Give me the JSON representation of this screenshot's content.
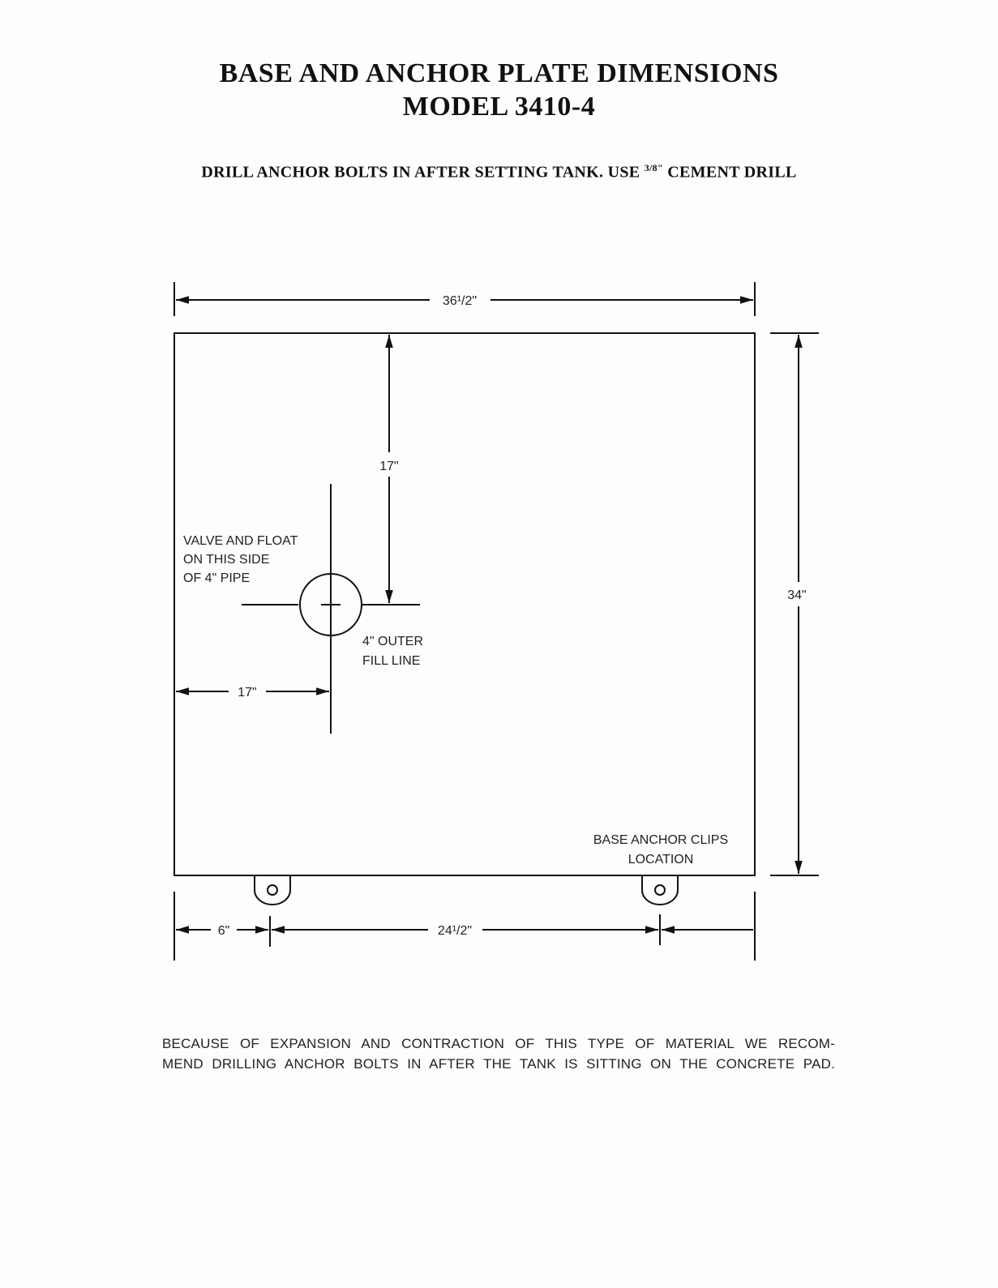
{
  "header": {
    "title_line1": "BASE AND ANCHOR PLATE DIMENSIONS",
    "title_line2": "MODEL 3410-4",
    "instruction_pre": "DRILL ANCHOR BOLTS IN AFTER SETTING TANK. USE ",
    "instruction_fraction": "3/8\"",
    "instruction_post": " CEMENT DRILL"
  },
  "diagram": {
    "dim_width": "36¹/2\"",
    "dim_height": "34\"",
    "dim_pipe_from_top": "17\"",
    "dim_pipe_from_left": "17\"",
    "dim_clip_offset": "6\"",
    "dim_clip_spacing": "24¹/2\"",
    "valve_note_line1": "VALVE AND FLOAT",
    "valve_note_line2": "ON THIS SIDE",
    "valve_note_line3": "OF 4\" PIPE",
    "fill_line_line1": "4\" OUTER",
    "fill_line_line2": "FILL LINE",
    "clips_line1": "BASE ANCHOR CLIPS",
    "clips_line2": "LOCATION"
  },
  "footer": {
    "line1": "BECAUSE OF EXPANSION AND CONTRACTION OF THIS TYPE OF MATERIAL WE RECOM-",
    "line2": "MEND DRILLING ANCHOR BOLTS IN AFTER THE TANK IS SITTING ON THE CONCRETE PAD."
  }
}
